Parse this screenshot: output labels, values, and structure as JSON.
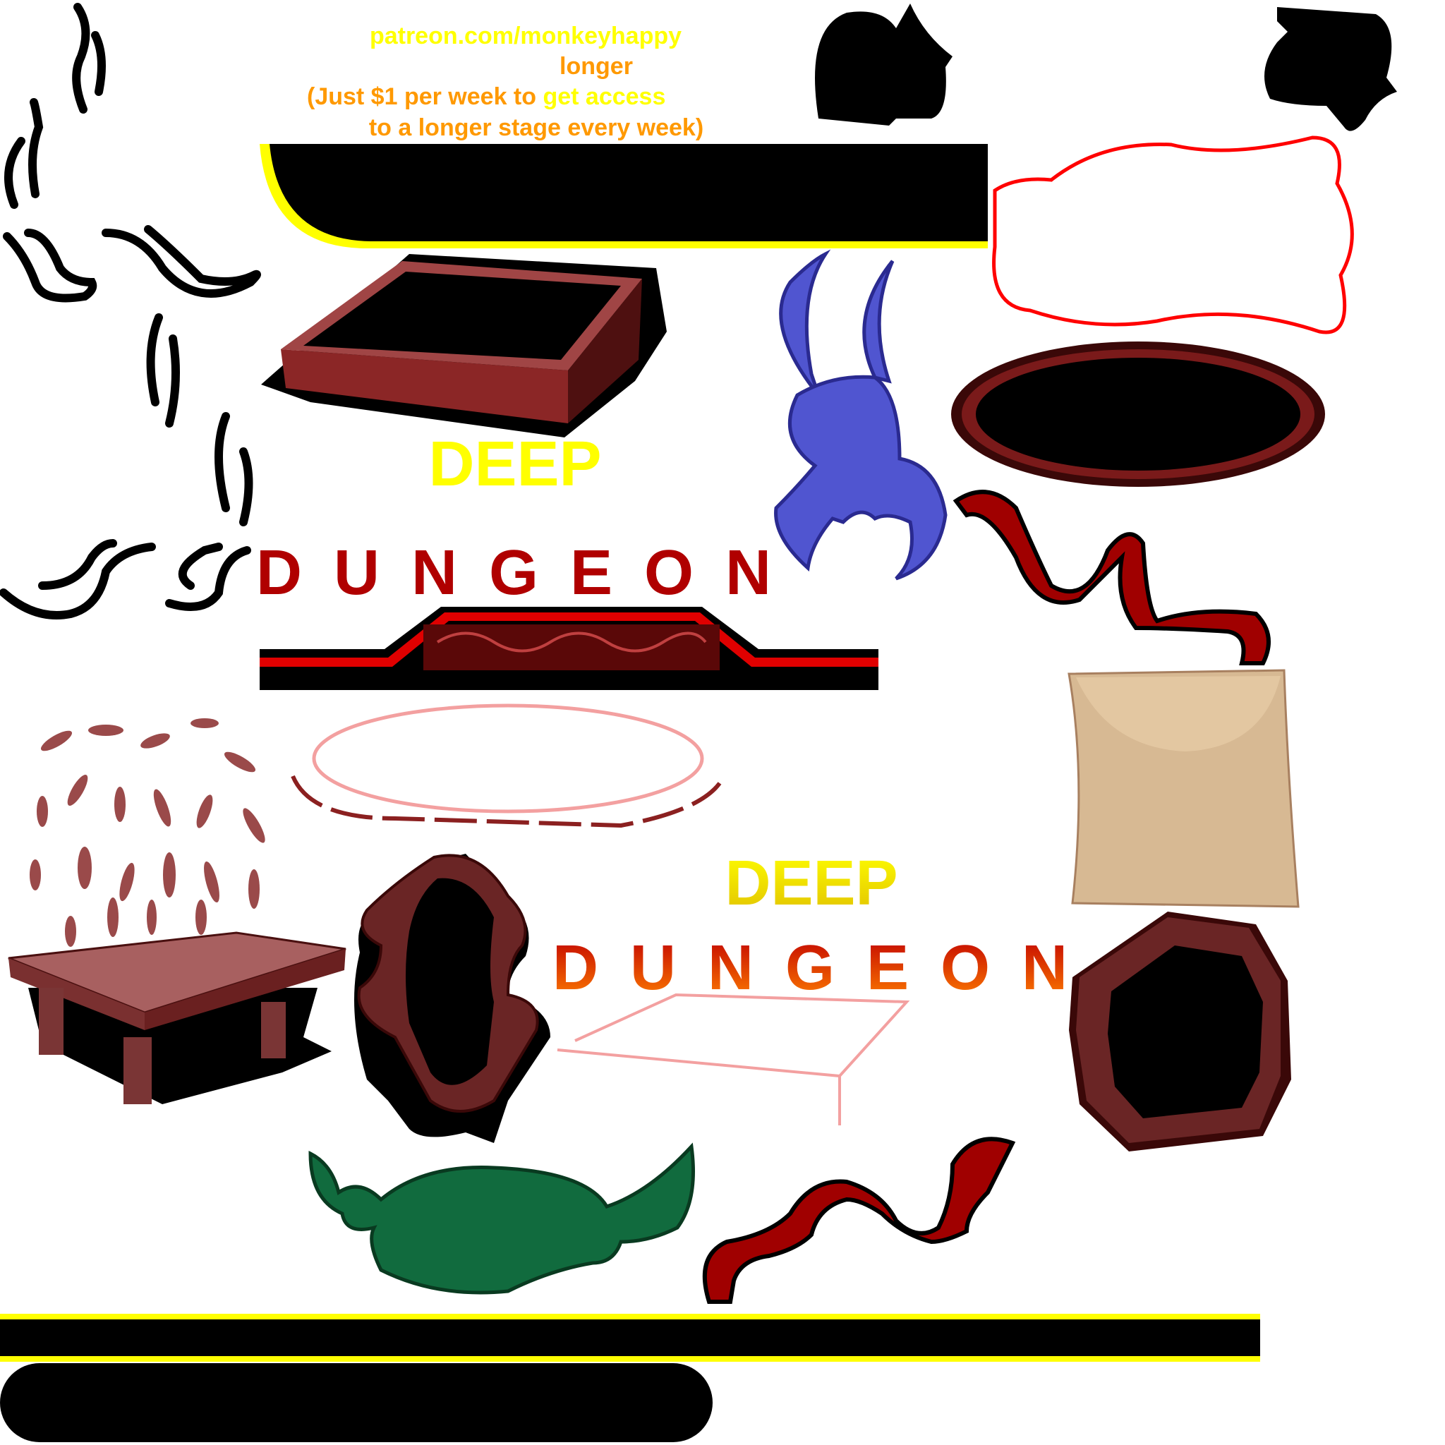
{
  "promo": {
    "url": "patreon.com/monkeyhappy",
    "line2": "longer",
    "line3_a": "(Just $1 per week to ",
    "line3_b": "get access",
    "line4": "to a longer stage every week)"
  },
  "logos": {
    "deep": "DEEP",
    "dungeon": "DUNGEON"
  },
  "colors": {
    "yellow": "#ffff00",
    "orange": "#ff9900",
    "dungeon_red": "#b00000",
    "wood": "#8b2a2a",
    "horn_blue": "#5055d0",
    "goblin_green": "#116b3e",
    "parchment": "#dcc09a"
  }
}
